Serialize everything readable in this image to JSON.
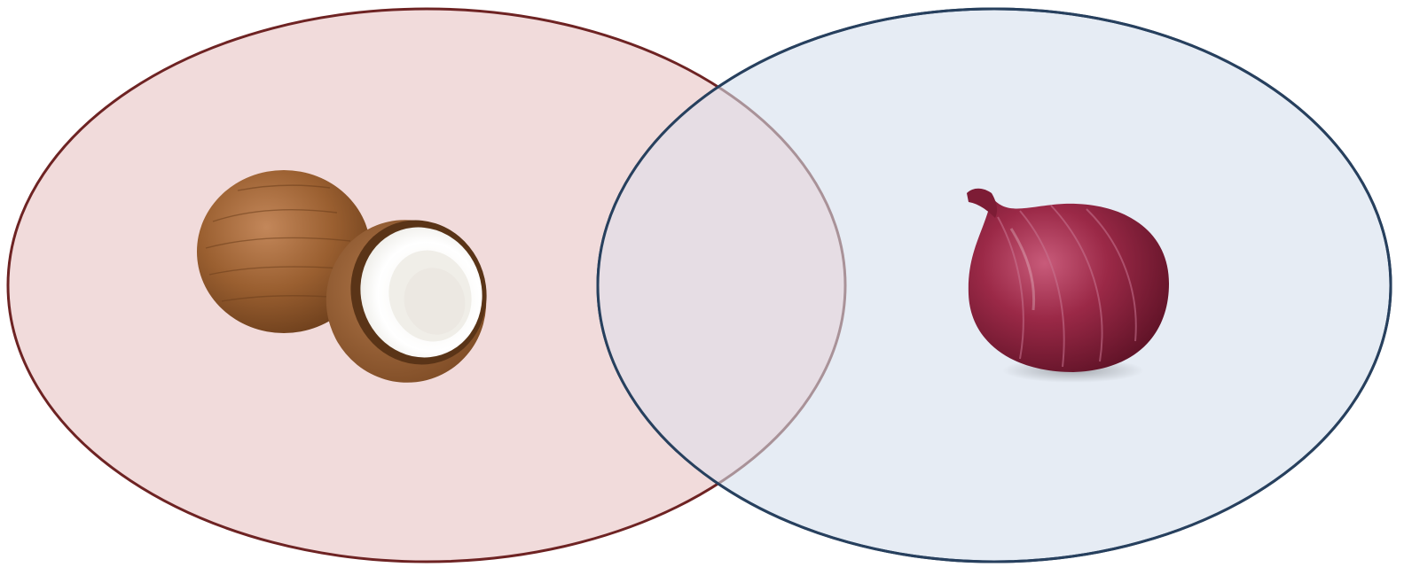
{
  "diagram": {
    "type": "venn",
    "sets": [
      {
        "id": "left",
        "item": "coconut",
        "fill": "#f1dbdb",
        "stroke": "#6e2323"
      },
      {
        "id": "right",
        "item": "red-onion",
        "fill": "#e6ecf4",
        "stroke": "#27405e"
      }
    ],
    "overlap": {
      "fill": "#e6dde4",
      "stroke_inner_left": "#a99298"
    }
  },
  "colors": {
    "background": "#ffffff",
    "coconut_husk": "#9a5f30",
    "coconut_flesh": "#f7f5f0",
    "onion_skin": "#8c1f3a"
  }
}
